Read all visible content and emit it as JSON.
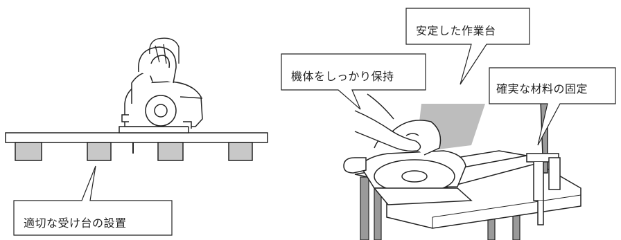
{
  "callouts": {
    "support_stand": "適切な受け台の設置",
    "grip_body": "機体をしっかり保持",
    "stable_workbench": "安定した作業台",
    "secure_clamp": "確実な材料の固定"
  },
  "colors": {
    "outline": "#222222",
    "support_block": "#c8c8c8",
    "board_top": "#ffffff",
    "table_leg": "#9a9a9a",
    "saw_body": "#ffffff"
  }
}
